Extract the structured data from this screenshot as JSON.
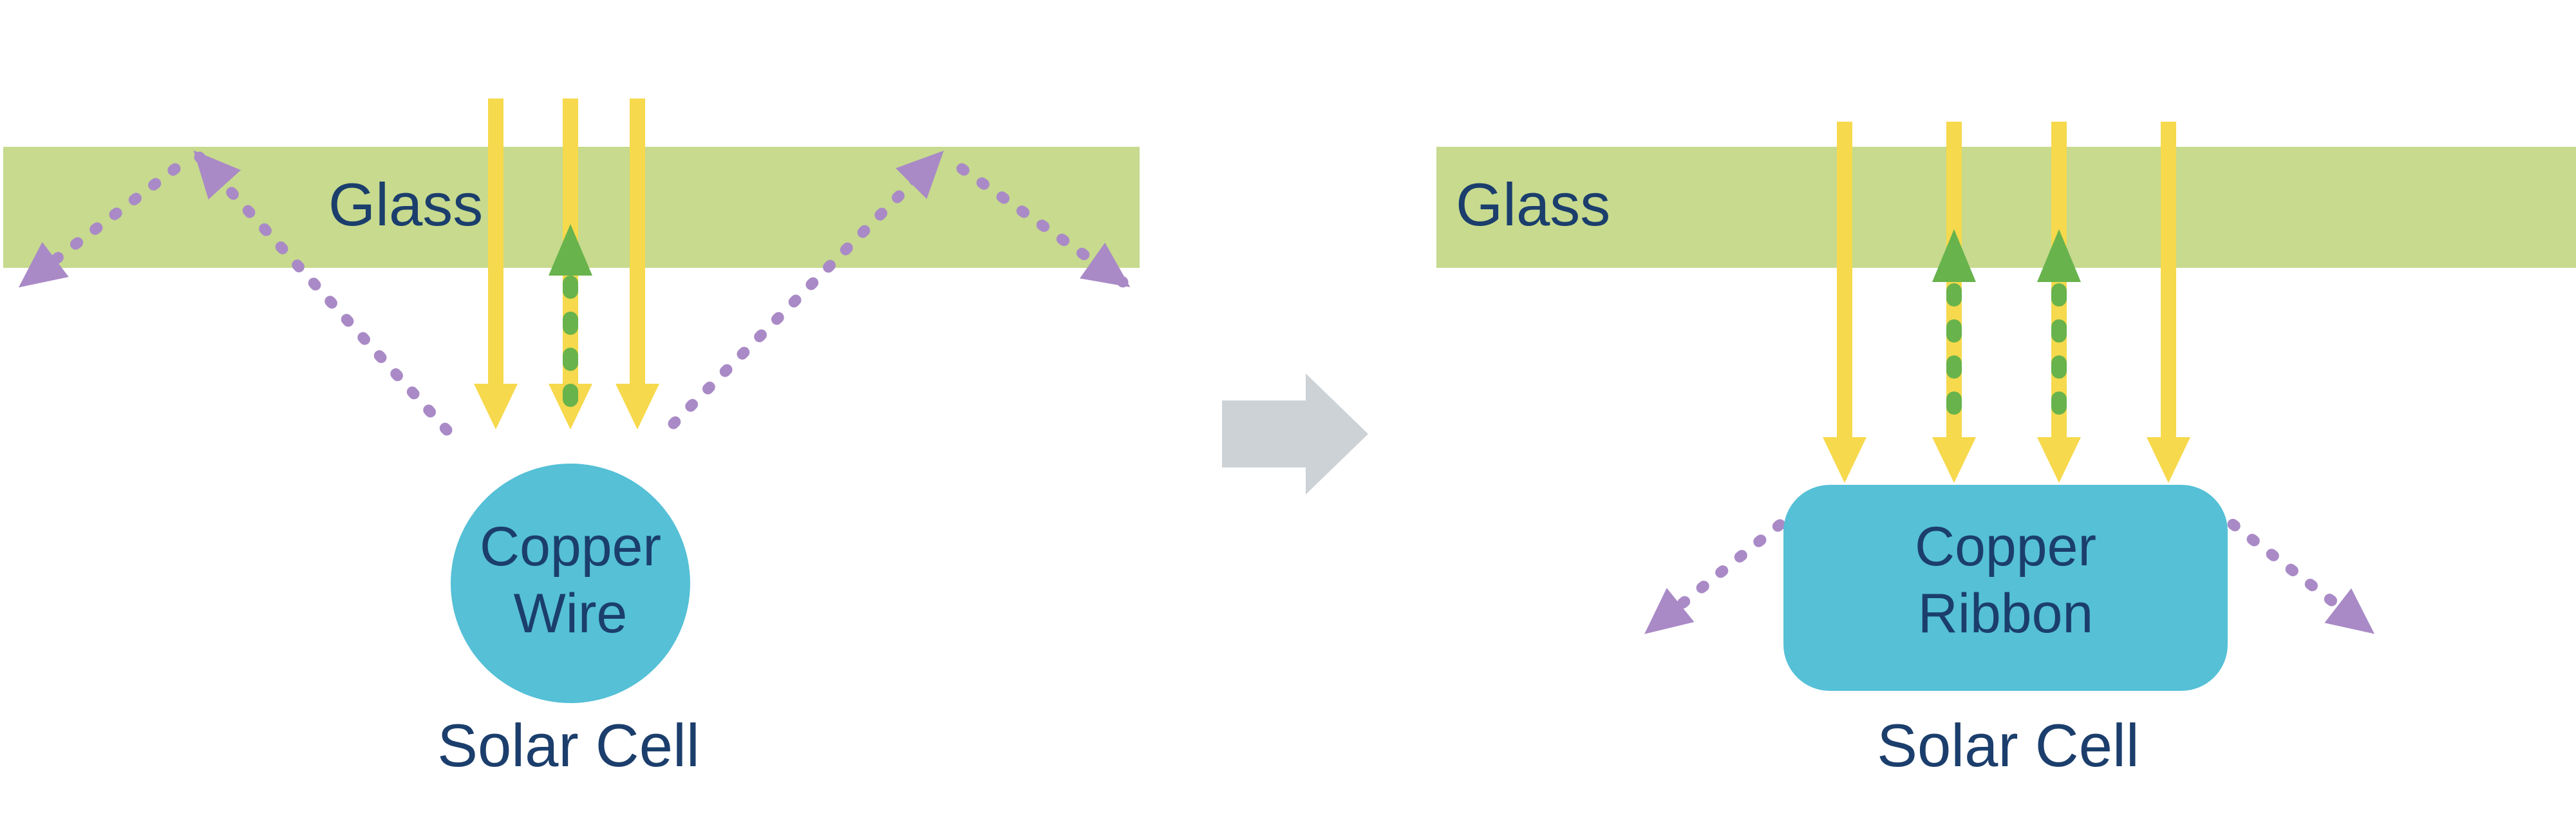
{
  "colors": {
    "glass": "#c7da8e",
    "text": "#1b3e6c",
    "sunlight": "#f6d94c",
    "reflection": "#a98ac6",
    "reabsorbed": "#68b34c",
    "copper": "#55c0d6",
    "transition": "#ccd2d6"
  },
  "left_panel": {
    "glass_label": "Glass",
    "component_line1": "Copper",
    "component_line2": "Wire",
    "caption": "Solar Cell"
  },
  "right_panel": {
    "glass_label": "Glass",
    "component_line1": "Copper",
    "component_line2": "Ribbon",
    "caption": "Solar Cell"
  }
}
